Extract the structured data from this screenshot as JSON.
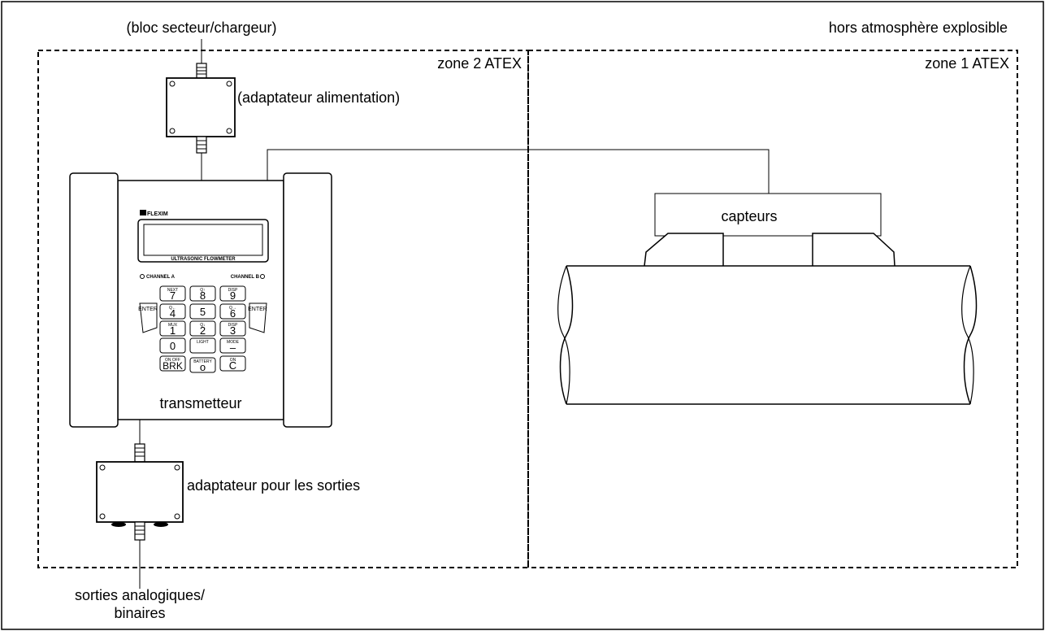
{
  "labels": {
    "outside": "hors atmosphère explosible",
    "zone2": "zone 2 ATEX",
    "zone1": "zone 1 ATEX",
    "charger": "(bloc secteur/chargeur)",
    "power_adapter": "(adaptateur alimentation)",
    "transmitter": "transmetteur",
    "output_adapter": "adaptateur pour les sorties",
    "outputs_line1": "sorties analogiques/",
    "outputs_line2": "binaires",
    "sensors": "capteurs"
  },
  "device": {
    "brand": "FLEXIM",
    "display_caption": "ULTRASONIC FLOWMETER",
    "channel_a": "CHANNEL A",
    "channel_b": "CHANNEL B",
    "enter_left": "ENTER",
    "enter_right": "ENTER",
    "keys": {
      "k7": {
        "main": "7",
        "sub": "NEXT"
      },
      "k8": {
        "main": "8",
        "sub": "Q↑"
      },
      "k9": {
        "main": "9",
        "sub": "DISP"
      },
      "k4": {
        "main": "4",
        "sub": "Q←"
      },
      "k5": {
        "main": "5",
        "sub": ""
      },
      "k6": {
        "main": "6",
        "sub": "Q→"
      },
      "k1": {
        "main": "1",
        "sub": "MUX"
      },
      "k2": {
        "main": "2",
        "sub": "Q↓"
      },
      "k3": {
        "main": "3",
        "sub": "DISP"
      },
      "k0": {
        "main": "0",
        "sub": ""
      },
      "klight": {
        "main": "",
        "sub": "LIGHT"
      },
      "kminus": {
        "main": "–",
        "sub": "MODE"
      },
      "kbrk": {
        "main": "BRK",
        "sub": "ON OFF"
      },
      "kbatt": {
        "main": "o",
        "sub": "BATTERY"
      },
      "kc": {
        "main": "C",
        "sub": "ON"
      }
    }
  }
}
